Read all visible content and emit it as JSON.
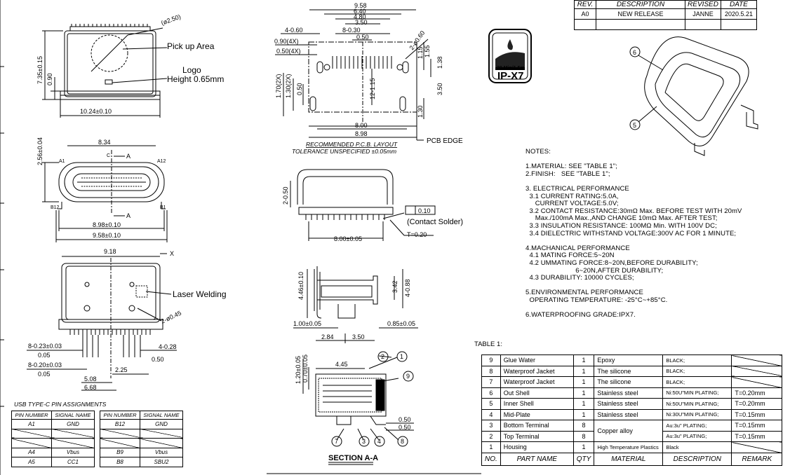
{
  "revision_table": {
    "headers": [
      "REV.",
      "DESCRIPTION",
      "REVISED",
      "DATE"
    ],
    "rows": [
      [
        "A0",
        "NEW RELEASE",
        "JANNE",
        "2020.5.21"
      ],
      [
        "",
        "",
        "",
        ""
      ]
    ]
  },
  "badge": {
    "line1": "30 Min/1.5m",
    "line2": "IP-X7"
  },
  "callouts": {
    "pick_up": "Pick up Area",
    "logo": "Logo",
    "logo_height": "Height 0.65mm",
    "laser": "Laser Welding",
    "pcb_edge": "PCB EDGE",
    "contact_solder": "(Contact Solder)",
    "layout_title": "RECOMMENDED P.C.B. LAYOUT",
    "layout_tol": "TOLERANCE UNSPECIFIED ±0.05mm",
    "section": "SECTION A-A"
  },
  "dims": {
    "top_dia": "(ø2.50)",
    "top_h": "7.35±0.15",
    "top_w": "10.24±0.10",
    "top_090": "0.90",
    "front_h": "2.56±0.04",
    "front_w1": "8.34",
    "front_w2": "8.98±0.10",
    "front_w3": "9.58±0.10",
    "front_a": "A",
    "front_c": "C",
    "pin_a1": "A1",
    "pin_a12": "A12",
    "pin_b12": "B12",
    "pin_b1": "B1",
    "bot_w": "9.18",
    "bot_x": "X",
    "bot_dia": "2-ø0.45",
    "bot_023": "8-0.23±0.03",
    "bot_020": "8-0.20±0.03",
    "bot_005a": "0.05",
    "bot_005b": "0.05",
    "bot_028": "4-0.28",
    "bot_050": "0.50",
    "bot_225": "2.25",
    "bot_508": "5.08",
    "bot_668": "6.68",
    "pcb_958": "9.58",
    "pcb_640": "6.40",
    "pcb_480": "4.80",
    "pcb_350": "3.50",
    "pcb_830": "8-0.30",
    "pcb_050": "0.50",
    "pcb_460": "4-0.60",
    "pcb_090": "0.90(4X)",
    "pcb_050x": "0.50(4X)",
    "pcb_dia": "2-ø0.60",
    "pcb_115": "1.15",
    "pcb_155": "1.55",
    "pcb_138": "1.38",
    "pcb_1215": "12-1.15",
    "pcb_350v": "3.50",
    "pcb_130": "1.30",
    "pcb_170": "1.70(2X)",
    "pcb_130x": "1.30(2X)",
    "pcb_050v": "0.50",
    "pcb_800": "8.00",
    "pcb_898": "8.98",
    "side_2050": "2-0.50",
    "side_010": "0.10",
    "side_800": "8.00±0.05",
    "side_t": "T=0.20",
    "prof_446": "4.46±0.10",
    "prof_342": "3.42",
    "prof_488": "4-0.88",
    "prof_100": "1.00±0.05",
    "prof_085": "0.85±0.05",
    "prof_284": "2.84",
    "prof_350": "3.50",
    "sec_120": "1.20±0.05",
    "sec_070": "0.70±0.05",
    "sec_445": "4.45",
    "sec_050a": "0.50",
    "sec_050b": "0.50",
    "balloon_6": "6",
    "balloon_5": "5",
    "balloon_1": "1",
    "balloon_2": "2",
    "balloon_3": "3",
    "balloon_4": "4",
    "balloon_7": "7",
    "balloon_8": "8",
    "balloon_9": "9"
  },
  "notes": [
    "NOTES:",
    "",
    "1.MATERIAL: SEE \"TABLE 1\";",
    "2.FINISH:   SEE \"TABLE 1\";",
    "",
    "3. ELECTRICAL PERFORMANCE",
    "  3.1 CURRENT RATING:5.0A,",
    "     CURRENT VOLTAGE:5.0V;",
    "  3.2 CONTACT RESISTANCE:30mΩ Max. BEFORE TEST WITH 20mV",
    "     Max./100mA Max.,AND CHANGE 10mΩ Max. AFTER TEST;",
    "  3.3 INSULATION RESISTANCE: 100MΩ Min. WITH 100V DC;",
    "  3.4 DIELECTRIC WITHSTAND VOLTAGE:300V AC FOR 1 MINUTE;",
    "",
    "4.MACHANICAL PERFORMANCE",
    "  4.1 MATING FORCE:5~20N",
    "  4.2 UMMATING FORCE:8~20N,BEFORE DURABILITY;",
    "                          6~20N,AFTER DURABILITY;",
    "  4.3 DURABILITY: 10000 CYCLES;",
    "",
    "5.ENVIRONMENTAL PERFORMANCE",
    "  OPERATING TEMPERATURE: -25°C~+85°C.",
    "",
    "6.WATERPROOFING GRADE:IPX7."
  ],
  "table1_label": "TABLE 1:",
  "materials": {
    "headers": [
      "NO.",
      "PART NAME",
      "QTY",
      "MATERIAL",
      "DESCRIPTION",
      "REMARK"
    ],
    "rows": [
      [
        "9",
        "Glue Water",
        "1",
        "Epoxy",
        "BLACK;",
        ""
      ],
      [
        "8",
        "Waterproof Jacket",
        "1",
        "The silicone",
        "BLACK;",
        ""
      ],
      [
        "7",
        "Waterproof Jacket",
        "1",
        "The silicone",
        "BLACK;",
        ""
      ],
      [
        "6",
        "Out Shell",
        "1",
        "Stainless steel",
        "Ni:50U\"MIN PLATING;",
        "T=0.20mm"
      ],
      [
        "5",
        "Inner Shell",
        "1",
        "Stainless steel",
        "Ni:50U\"MIN PLATING;",
        "T=0.20mm"
      ],
      [
        "4",
        "Mid-Plate",
        "1",
        "Stainless steel",
        "Ni:30U\"MIN PLATING;",
        "T=0.15mm"
      ],
      [
        "3",
        "Bottom Terminal",
        "8",
        "Copper alloy",
        "Au:3u\" PLATING;",
        "T=0.15mm"
      ],
      [
        "2",
        "Top Terminal",
        "8",
        "",
        "Au:3u\" PLATING;",
        "T=0.15mm"
      ],
      [
        "1",
        "Housing",
        "1",
        "High Temperature Plastics",
        "Black",
        ""
      ]
    ]
  },
  "pin_title": "USB TYPE-C PIN ASSIGNMENTS",
  "pins_left": {
    "headers": [
      "PIN NUMBER",
      "SIGNAL NAME"
    ],
    "rows": [
      [
        "A1",
        "GND"
      ],
      [
        "",
        ""
      ],
      [
        "",
        ""
      ],
      [
        "A4",
        "Vbus"
      ],
      [
        "A5",
        "CC1"
      ]
    ]
  },
  "pins_right": {
    "headers": [
      "PIN NUMBER",
      "SIGNAL NAME"
    ],
    "rows": [
      [
        "B12",
        "GND"
      ],
      [
        "",
        ""
      ],
      [
        "",
        ""
      ],
      [
        "B9",
        "Vbus"
      ],
      [
        "B8",
        "SBU2"
      ]
    ]
  }
}
